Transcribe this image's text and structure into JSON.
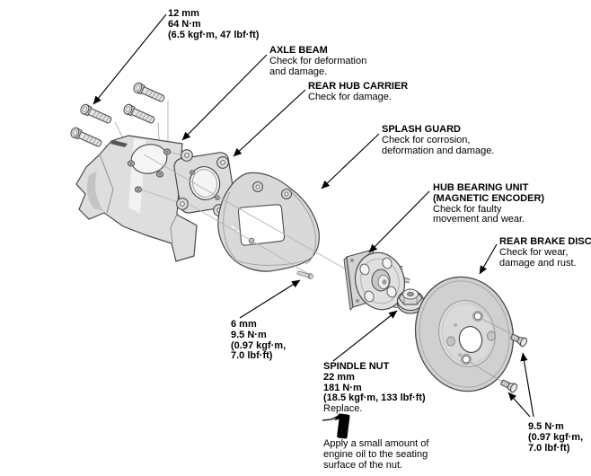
{
  "figure": {
    "colors": {
      "background": "#ffffff",
      "text": "#000000",
      "part_fill": "#d9d9d9",
      "part_stroke": "#4a4a4a",
      "callout_line": "#000000",
      "guide_line": "#b3b3b3"
    }
  },
  "callouts": {
    "axle_bolt_torque": {
      "lines": [
        "12 mm",
        "64 N·m",
        "(6.5 kgf·m, 47 lbf·ft)"
      ]
    },
    "axle_beam": {
      "title": "AXLE BEAM",
      "note_lines": [
        "Check for deformation",
        "and damage."
      ]
    },
    "rear_hub_carrier": {
      "title": "REAR HUB CARRIER",
      "note_lines": [
        "Check for damage."
      ]
    },
    "splash_guard": {
      "title": "SPLASH GUARD",
      "note_lines": [
        "Check for corrosion,",
        "deformation and damage."
      ]
    },
    "hub_bearing_unit": {
      "title_lines": [
        "HUB BEARING UNIT",
        "(MAGNETIC ENCODER)"
      ],
      "note_lines": [
        "Check for faulty",
        "movement and wear."
      ]
    },
    "rear_brake_disc": {
      "title": "REAR BRAKE DISC",
      "note_lines": [
        "Check for wear,",
        "damage and rust."
      ]
    },
    "guard_bolt_torque": {
      "lines": [
        "6 mm",
        "9.5 N·m",
        "(0.97 kgf·m,",
        "7.0 lbf·ft)"
      ]
    },
    "spindle_nut": {
      "title": "SPINDLE NUT",
      "spec_lines": [
        "22 mm",
        "181 N·m",
        "(18.5 kgf·m, 133 lbf·ft)"
      ],
      "replace": "Replace.",
      "oil_icon_text": "OIL",
      "note_lines": [
        "Apply a small amount of",
        "engine oil to the seating",
        "surface of the nut."
      ]
    },
    "disc_screw_torque": {
      "lines": [
        "9.5 N·m",
        "(0.97 kgf·m,",
        "7.0 lbf·ft)"
      ]
    }
  }
}
